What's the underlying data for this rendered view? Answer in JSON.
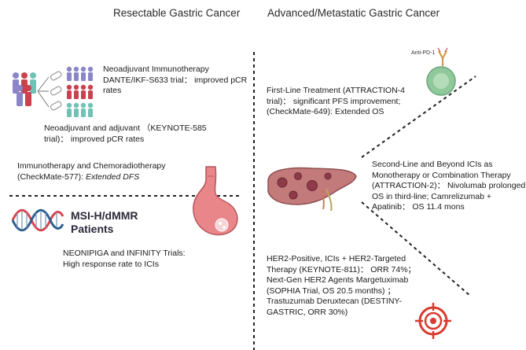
{
  "headers": {
    "left": "Resectable Gastric Cancer",
    "right": "Advanced/Metastatic Gastric Cancer"
  },
  "left": {
    "neoadjuvant_immunotherapy": {
      "line1": "Neoadjuvant Immunotherapy",
      "line2": "DANTE/IKF-S633 trial： improved pCR",
      "line3": "rates"
    },
    "keynote585": {
      "line1": "Neoadjuvant and adjuvant （KEYNOTE-585",
      "line2": "trial)： improved pCR rates"
    },
    "checkmate577": {
      "line1": "Immunotherapy and Chemoradiotherapy",
      "line2_prefix": "(CheckMate-577): ",
      "line2_italic": "Extended DFS"
    },
    "msi": {
      "line1": "MSI-H/dMMR",
      "line2": "Patients"
    },
    "neonipiga": {
      "line1": "NEONIPIGA and INFINITY Trials:",
      "line2": "High response rate to ICIs"
    }
  },
  "right": {
    "anti_pd1_label": "Anti-PD-1",
    "first_line": {
      "line1": "First-Line Treatment (ATTRACTION-4",
      "line2": "trial)： significant PFS improvement;",
      "line3": "(CheckMate-649): Extended OS"
    },
    "second_line": {
      "line1": "Second-Line and Beyond ICIs as",
      "line2": "Monotherapy or Combination Therapy",
      "line3": "(ATTRACTION-2)： Nivolumab prolonged",
      "line4": "OS in third-line; Camrelizumab +",
      "line5": "Apatinib： OS 11.4 mons"
    },
    "her2": {
      "line1": "HER2-Positive, ICIs + HER2-Targeted",
      "line2": "Therapy (KEYNOTE-811)：  ORR 74%；",
      "line3": "Next-Gen HER2 Agents Margetuximab",
      "line4": "(SOPHIA Trial, OS 20.5 months) ；",
      "line5": "Trastuzumab Deruxtecan (DESTINY-",
      "line6": "GASTRIC, ORR 30%)"
    }
  },
  "icons": {
    "patients": "patient-groups-icon",
    "dna": "dna-helix-icon",
    "stomach": "stomach-tumor-icon",
    "liver": "liver-metastasis-icon",
    "t_cell": "t-cell-antibody-icon",
    "target": "target-icon"
  },
  "colors": {
    "purple": "#8a86c9",
    "red": "#c9424e",
    "teal": "#6fc2b4",
    "stomach": "#e8868a",
    "liver": "#c27a7a",
    "tcell": "#8fc89a",
    "target": "#d93a2f",
    "dna_red": "#d9434e",
    "dna_blue": "#2d5f8f"
  }
}
